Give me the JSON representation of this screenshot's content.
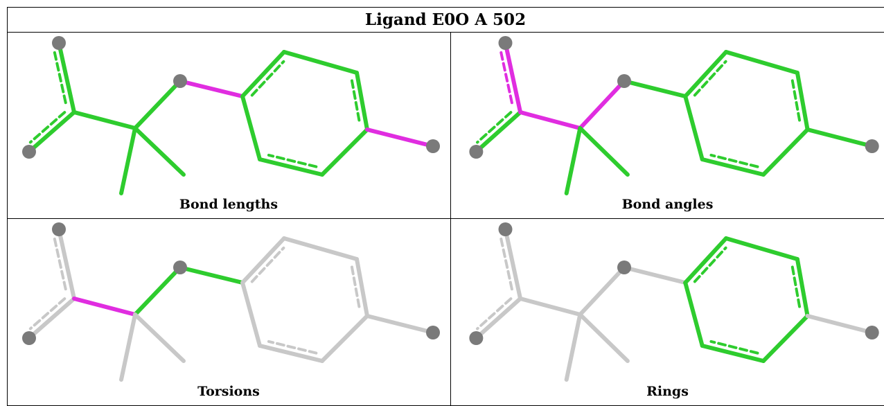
{
  "title": "Ligand E0O A 502",
  "colors": {
    "normal": "#2ecc2e",
    "outlier": "#e02de0",
    "inactive": "#c8c8c8",
    "atom": "#7a7a7a"
  },
  "panels": [
    {
      "caption": "Bond lengths",
      "highlight": [
        "bond-o-quatc",
        "bond-ring-br"
      ]
    },
    {
      "caption": "Bond angles",
      "highlight": [
        "bond-br1-cc",
        "bond-cc-quatc",
        "bond-quatc-o"
      ]
    },
    {
      "caption": "Torsions",
      "highlight": [
        "bond-cc-quatc"
      ]
    },
    {
      "caption": "Rings",
      "highlight": []
    }
  ]
}
